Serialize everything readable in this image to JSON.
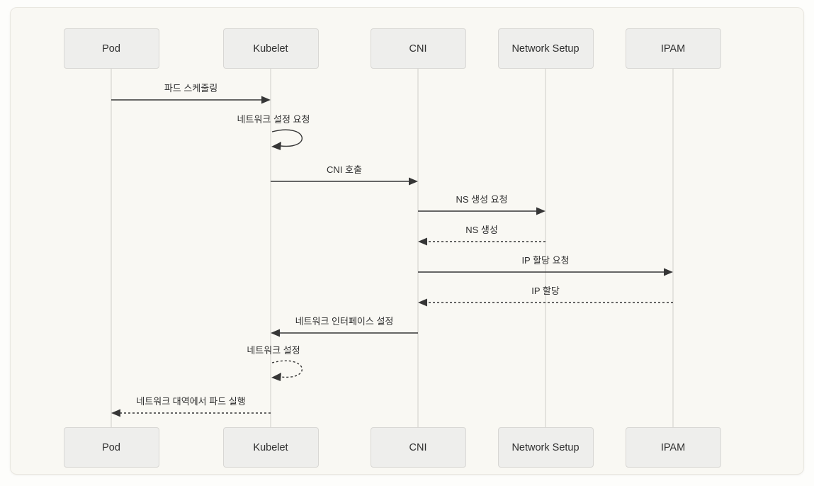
{
  "diagram": {
    "type": "sequence",
    "actors": [
      {
        "label": "Pod"
      },
      {
        "label": "Kubelet"
      },
      {
        "label": "CNI"
      },
      {
        "label": "Network Setup"
      },
      {
        "label": "IPAM"
      }
    ],
    "messages": [
      {
        "text": "파드 스케줄링",
        "from": "Pod",
        "to": "Kubelet",
        "line": "solid"
      },
      {
        "text": "네트워크 설정 요청",
        "from": "Kubelet",
        "to": "Kubelet",
        "line": "solid"
      },
      {
        "text": "CNI 호출",
        "from": "Kubelet",
        "to": "CNI",
        "line": "solid"
      },
      {
        "text": "NS 생성 요청",
        "from": "CNI",
        "to": "Network Setup",
        "line": "solid"
      },
      {
        "text": "NS 생성",
        "from": "Network Setup",
        "to": "CNI",
        "line": "dashed"
      },
      {
        "text": "IP 할당 요청",
        "from": "CNI",
        "to": "IPAM",
        "line": "solid"
      },
      {
        "text": "IP 할당",
        "from": "IPAM",
        "to": "CNI",
        "line": "dashed"
      },
      {
        "text": "네트워크 인터페이스 설정",
        "from": "CNI",
        "to": "Kubelet",
        "line": "solid"
      },
      {
        "text": "네트워크 설정",
        "from": "Kubelet",
        "to": "Kubelet",
        "line": "dashed"
      },
      {
        "text": "네트워크 대역에서 파드 실행",
        "from": "Kubelet",
        "to": "Pod",
        "line": "dashed"
      }
    ],
    "colors": {
      "canvas_bg": "#fdfdfb",
      "panel_bg": "#f9f8f3",
      "panel_border": "#e9e7e0",
      "actor_fill": "#eeeeec",
      "actor_border": "#d8d7d4",
      "lifeline": "#d6d5d1",
      "arrow": "#363636",
      "text": "#2f2f2f"
    }
  }
}
